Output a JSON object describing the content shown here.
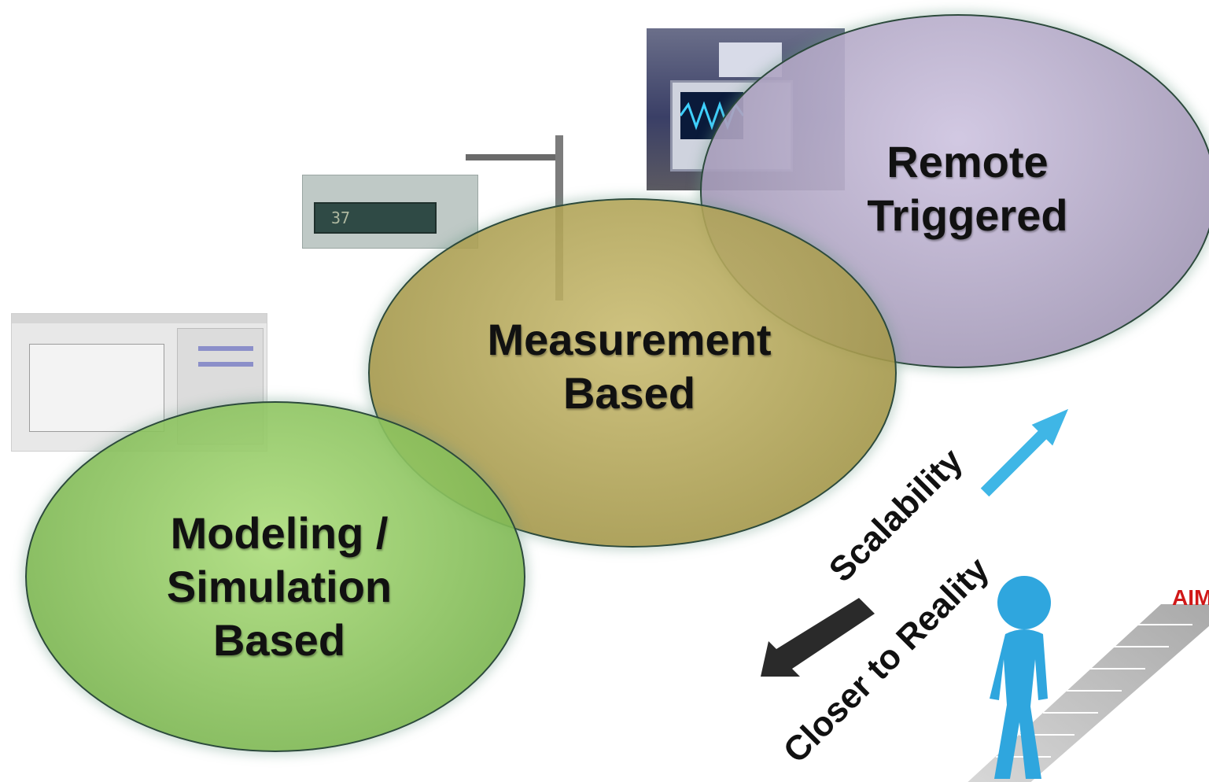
{
  "ellipses": {
    "remote": "Remote\nTriggered",
    "measurement": "Measurement\nBased",
    "modeling": "Modeling /\nSimulation\nBased"
  },
  "meter_reading": "37",
  "axis_labels": {
    "scalability": "Scalability",
    "closer": "Closer to Reality"
  },
  "goal_label": "AIM",
  "colors": {
    "remote_fill": "#a79fbd",
    "measurement_fill": "#b3a450",
    "modeling_fill": "#8cc45a",
    "arrow_blue": "#3fb6e6",
    "arrow_dark": "#2a2a2a",
    "person": "#2fa6de",
    "aim": "#d01818"
  },
  "icons": [
    "person-icon",
    "stairs-icon",
    "arrow-up-right-icon",
    "arrow-down-left-icon"
  ]
}
